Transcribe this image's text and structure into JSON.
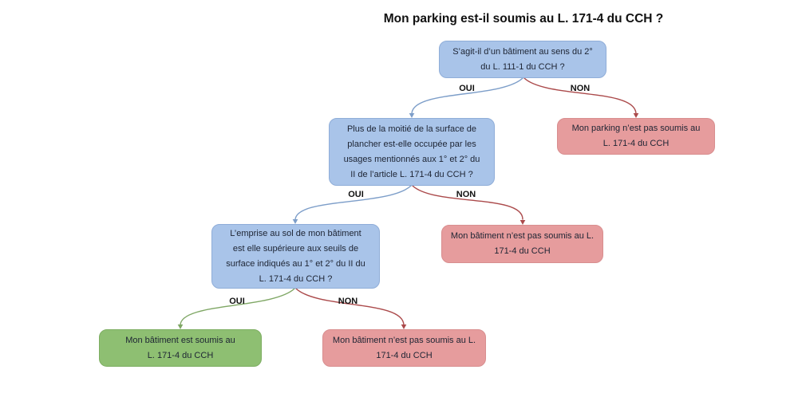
{
  "flowchart": {
    "title": "Mon parking est-il soumis au L. 171-4 du CCH ?",
    "questions": {
      "q1": {
        "lines": [
          "S’agit-il d’un bâtiment au sens du 2°",
          "du L. 111-1 du CCH ?"
        ]
      },
      "q2": {
        "lines": [
          "Plus de la moitié de la surface de",
          "plancher est-elle occupée par les",
          "usages mentionnés aux 1° et 2° du",
          "II de l’article L. 171-4 du CCH ?"
        ]
      },
      "q3": {
        "lines": [
          "L’emprise au sol de mon bâtiment",
          "est elle supérieure aux seuils de",
          "surface indiqués au 1° et 2° du II du",
          "L. 171-4 du CCH ?"
        ]
      }
    },
    "outcomes": {
      "no_parking": {
        "status": "negative",
        "lines": [
          "Mon parking n’est pas soumis au",
          "L. 171-4 du CCH"
        ]
      },
      "no_batiment_a": {
        "status": "negative",
        "lines": [
          "Mon bâtiment n’est pas soumis au L.",
          "171-4 du CCH"
        ]
      },
      "yes_batiment": {
        "status": "positive",
        "lines": [
          "Mon bâtiment est soumis au",
          "L. 171-4 du CCH"
        ]
      },
      "no_batiment_b": {
        "status": "negative",
        "lines": [
          "Mon bâtiment n’est pas soumis au L.",
          "171-4 du CCH"
        ]
      }
    },
    "edges": [
      {
        "from": "q1",
        "to": "q2",
        "label": "OUI"
      },
      {
        "from": "q1",
        "to": "no_parking",
        "label": "NON"
      },
      {
        "from": "q2",
        "to": "q3",
        "label": "OUI"
      },
      {
        "from": "q2",
        "to": "no_batiment_a",
        "label": "NON"
      },
      {
        "from": "q3",
        "to": "yes_batiment",
        "label": "OUI"
      },
      {
        "from": "q3",
        "to": "no_batiment_b",
        "label": "NON"
      }
    ]
  },
  "colors": {
    "question-fill": "#a9c4e9",
    "question-border": "#8fadd8",
    "negative-fill": "#e69c9d",
    "negative-border": "#d88e8f",
    "positive-fill": "#8ebf72",
    "positive-border": "#7dae62",
    "edge-oui-blue": "#7d9ec9",
    "edge-non-red": "#ab4a4b",
    "edge-oui-green": "#7fa765",
    "node-text": "#1d2433",
    "label-text": "#111111",
    "title-text": "#111111"
  }
}
